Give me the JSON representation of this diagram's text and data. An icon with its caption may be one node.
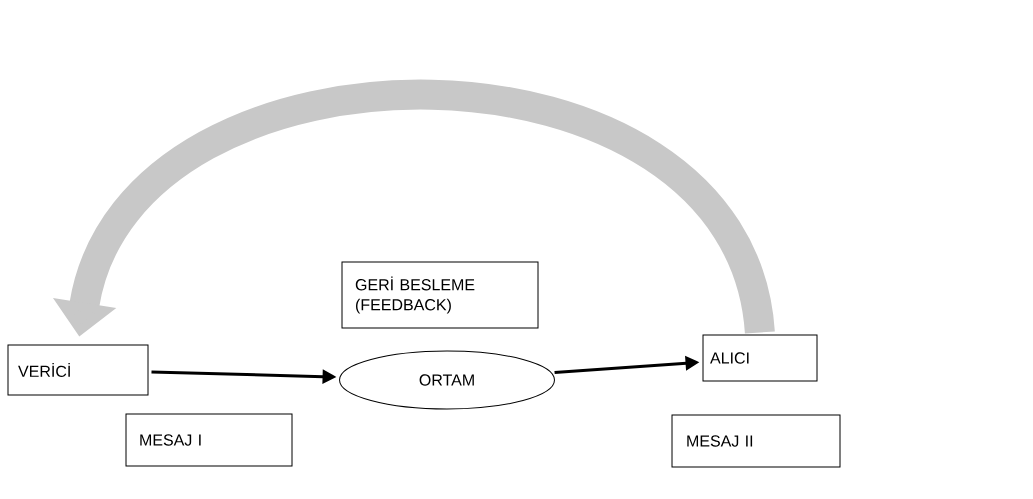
{
  "diagram": {
    "nodes": [
      {
        "text": [
          "GERİ BESLEME (FEEDBACK)"
        ]
      },
      {
        "text": [
          "VERİCİ"
        ]
      },
      {
        "text": [
          "ORTAM"
        ]
      },
      {
        "text": [
          "ALICI"
        ]
      },
      {
        "text": [
          "MESAJ I"
        ]
      },
      {
        "text": [
          "MESAJ II"
        ]
      }
    ],
    "edges": [
      {
        "from": 3,
        "to": 1,
        "arrow": "to",
        "style": "thick",
        "color": "#c8c8c8"
      },
      {
        "from": 1,
        "to": 2,
        "arrow": "to"
      },
      {
        "from": 2,
        "to": 3,
        "arrow": "to"
      }
    ]
  }
}
